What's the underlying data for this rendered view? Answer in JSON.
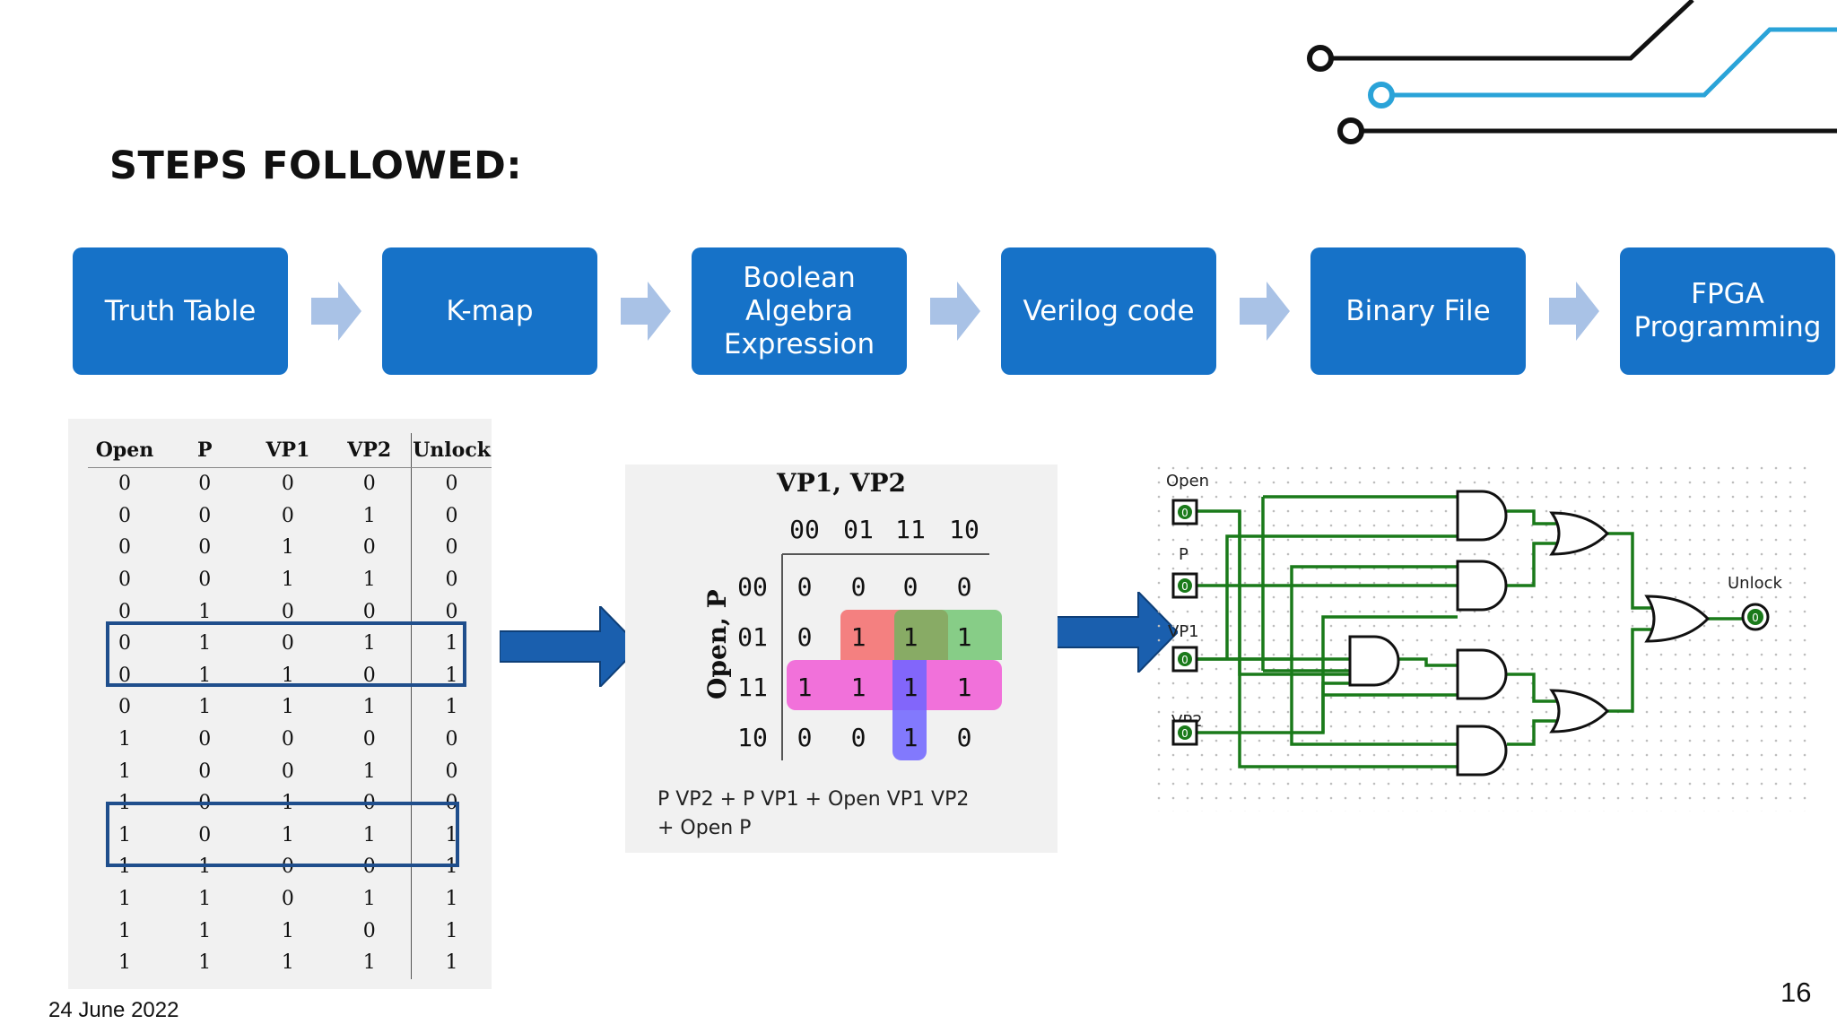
{
  "title": "STEPS FOLLOWED:",
  "steps": [
    "Truth Table",
    "K-map",
    "Boolean\nAlgebra\nExpression",
    "Verilog code",
    "Binary File",
    "FPGA\nProgramming"
  ],
  "truth_table": {
    "headers": [
      "Open",
      "P",
      "VP1",
      "VP2",
      "Unlock"
    ],
    "rows": [
      [
        "0",
        "0",
        "0",
        "0",
        "0"
      ],
      [
        "0",
        "0",
        "0",
        "1",
        "0"
      ],
      [
        "0",
        "0",
        "1",
        "0",
        "0"
      ],
      [
        "0",
        "0",
        "1",
        "1",
        "0"
      ],
      [
        "0",
        "1",
        "0",
        "0",
        "0"
      ],
      [
        "0",
        "1",
        "0",
        "1",
        "1"
      ],
      [
        "0",
        "1",
        "1",
        "0",
        "1"
      ],
      [
        "0",
        "1",
        "1",
        "1",
        "1"
      ],
      [
        "1",
        "0",
        "0",
        "0",
        "0"
      ],
      [
        "1",
        "0",
        "0",
        "1",
        "0"
      ],
      [
        "1",
        "0",
        "1",
        "0",
        "0"
      ],
      [
        "1",
        "0",
        "1",
        "1",
        "1"
      ],
      [
        "1",
        "1",
        "0",
        "0",
        "1"
      ],
      [
        "1",
        "1",
        "0",
        "1",
        "1"
      ],
      [
        "1",
        "1",
        "1",
        "0",
        "1"
      ],
      [
        "1",
        "1",
        "1",
        "1",
        "1"
      ]
    ]
  },
  "kmap": {
    "title": "VP1, VP2",
    "row_var": "Open, P",
    "col_labels": [
      "00",
      "01",
      "11",
      "10"
    ],
    "row_labels": [
      "00",
      "01",
      "11",
      "10"
    ],
    "cells": [
      [
        "0",
        "0",
        "0",
        "0"
      ],
      [
        "0",
        "1",
        "1",
        "1"
      ],
      [
        "1",
        "1",
        "1",
        "1"
      ],
      [
        "0",
        "0",
        "1",
        "0"
      ]
    ],
    "equation": "P VP2 + P VP1 + Open VP1 VP2\n+ Open P"
  },
  "circuit": {
    "inputs": [
      "Open",
      "P",
      "VP1",
      "VP2"
    ],
    "output": "Unlock",
    "input_value": "0",
    "output_value": "0",
    "wire_color": "#1a7a1a"
  },
  "footer": {
    "date": "24 June 2022",
    "page": "16"
  },
  "colors": {
    "step_box": "#1672c8",
    "step_arrow": "#a9c2e6",
    "big_arrow": "#1a5fae",
    "highlight_border": "#1f4e8c",
    "deco_black": "#111111",
    "deco_blue": "#2aa3d8"
  }
}
